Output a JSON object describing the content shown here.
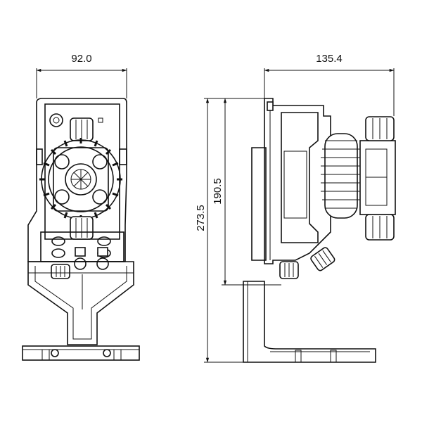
{
  "dimensions": {
    "front_width": "92.0",
    "side_depth": "135.4",
    "total_height": "273.5",
    "body_height": "190.5"
  }
}
